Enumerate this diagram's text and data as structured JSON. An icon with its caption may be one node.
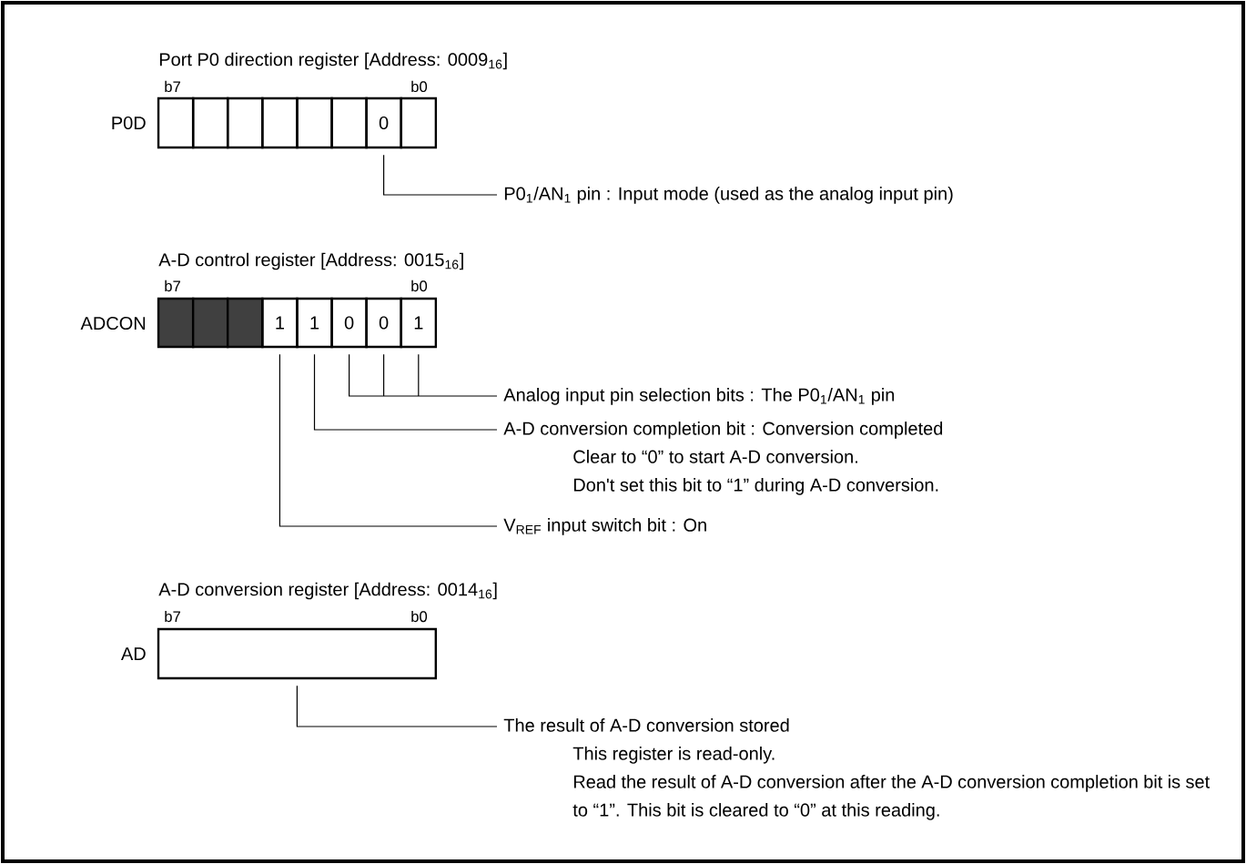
{
  "diagram": {
    "nodes": [
      {
        "text": [],
        "shape": "box"
      },
      {
        "text": [],
        "shape": "box"
      },
      {
        "text": [],
        "shape": "box"
      },
      {
        "text": [],
        "shape": "box"
      },
      {
        "text": [],
        "shape": "box"
      },
      {
        "text": [],
        "shape": "box"
      },
      {
        "text": [
          "0"
        ]
      },
      {
        "text": [],
        "shape": "box"
      },
      {
        "text": [
          "P0$_{1}$/AN$_{1}$ pin : Input mode (used as the analog input pin)"
        ]
      },
      {
        "text": [],
        "shape": "box"
      },
      {
        "text": [],
        "shape": "box"
      },
      {
        "text": [],
        "shape": "box"
      },
      {
        "text": [
          "1"
        ]
      },
      {
        "text": [
          "1"
        ]
      },
      {
        "text": [
          "0"
        ]
      },
      {
        "text": [
          "0"
        ]
      },
      {
        "text": [
          "1"
        ]
      },
      {
        "text": [
          "Analog input pin selection bits : The P0$_{1}$/AN$_{1}$ pin"
        ]
      },
      {
        "text": [
          "A-D conversion completion bit : Conversion completed",
          "Clear to “0” to start A-D conversion.",
          "Don't set this bit to “1” during A-D conversion."
        ]
      },
      {
        "text": [
          "V$_{REF}$ input switch bit : On"
        ]
      },
      {
        "text": [],
        "shape": "box"
      },
      {
        "text": [
          "The result of A-D conversion stored",
          "This register is read-only.",
          "Read the result of A-D conversion after the A-D conversion completion bit is set to “1”. This bit is cleared to “0” at this reading."
        ]
      }
    ],
    "edges": [
      {
        "from": 6,
        "to": 8,
        "arrow": "none"
      },
      {
        "from": 14,
        "to": 17,
        "arrow": "none"
      },
      {
        "from": 15,
        "to": 17,
        "arrow": "none"
      },
      {
        "from": 16,
        "to": 17,
        "arrow": "none"
      },
      {
        "from": 13,
        "to": 18,
        "arrow": "none"
      },
      {
        "from": 12,
        "to": 19,
        "arrow": "none"
      },
      {
        "from": 20,
        "to": 21,
        "arrow": "none"
      }
    ],
    "labels": [
      "Port P0 direction register [Address: 0009$_{16}$]",
      "b7",
      "b0",
      "P0D",
      "A-D control register [Address: 0015$_{16}$]",
      "b7",
      "b0",
      "ADCON",
      "A-D conversion register [Address: 0014$_{16}$]",
      "b7",
      "b0",
      "AD"
    ]
  }
}
